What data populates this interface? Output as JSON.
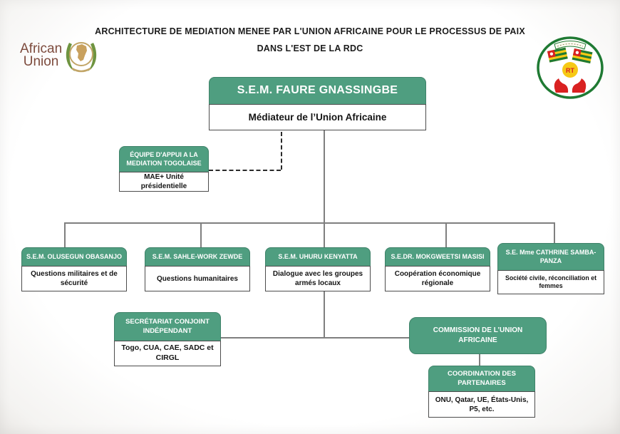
{
  "header": {
    "title_line1": "ARCHITECTURE DE MEDIATION MENEE PAR L'UNION AFRICAINE POUR LE PROCESSUS DE PAIX",
    "title_line2": "DANS L'EST DE LA RDC"
  },
  "logos": {
    "au_line1": "African",
    "au_line2": "Union",
    "togo_rt": "RT"
  },
  "colors": {
    "box_green": "#4f9e80",
    "box_border": "#3f8269",
    "au_text": "#7d4b3d",
    "togo_green": "#1f7a33",
    "togo_yellow": "#f6c915",
    "togo_red": "#d92121"
  },
  "org": {
    "mediator": {
      "name": "S.E.M. FAURE GNASSINGBE",
      "role": "Médiateur de l’Union Africaine"
    },
    "support_team": {
      "name": "ÉQUIPE D'APPUI A LA MEDIATION TOGOLAISE",
      "role": "MAE+ Unité présidentielle"
    },
    "envoys": [
      {
        "name": "S.E.M. OLUSEGUN OBASANJO",
        "role": "Questions militaires et de sécurité"
      },
      {
        "name": "S.E.M. SAHLE-WORK ZEWDE",
        "role": "Questions humanitaires"
      },
      {
        "name": "S.E.M. UHURU KENYATTA",
        "role": "Dialogue avec les groupes armés locaux"
      },
      {
        "name": "S.E.DR. MOKGWEETSI MASISI",
        "role": "Coopération économique régionale"
      },
      {
        "name": "S.E. Mme CATHRINE SAMBA-PANZA",
        "role": "Société civile, réconciliation et femmes"
      }
    ],
    "secretariat": {
      "name": "SECRÉTARIAT CONJOINT INDÉPENDANT",
      "role": "Togo, CUA, CAE, SADC et CIRGL"
    },
    "commission": {
      "name": "COMMISSION DE L’UNION AFRICAINE"
    },
    "coordination": {
      "name": "COORDINATION DES PARTENAIRES",
      "role": "ONU, Qatar, UE, États-Unis, P5, etc."
    }
  }
}
